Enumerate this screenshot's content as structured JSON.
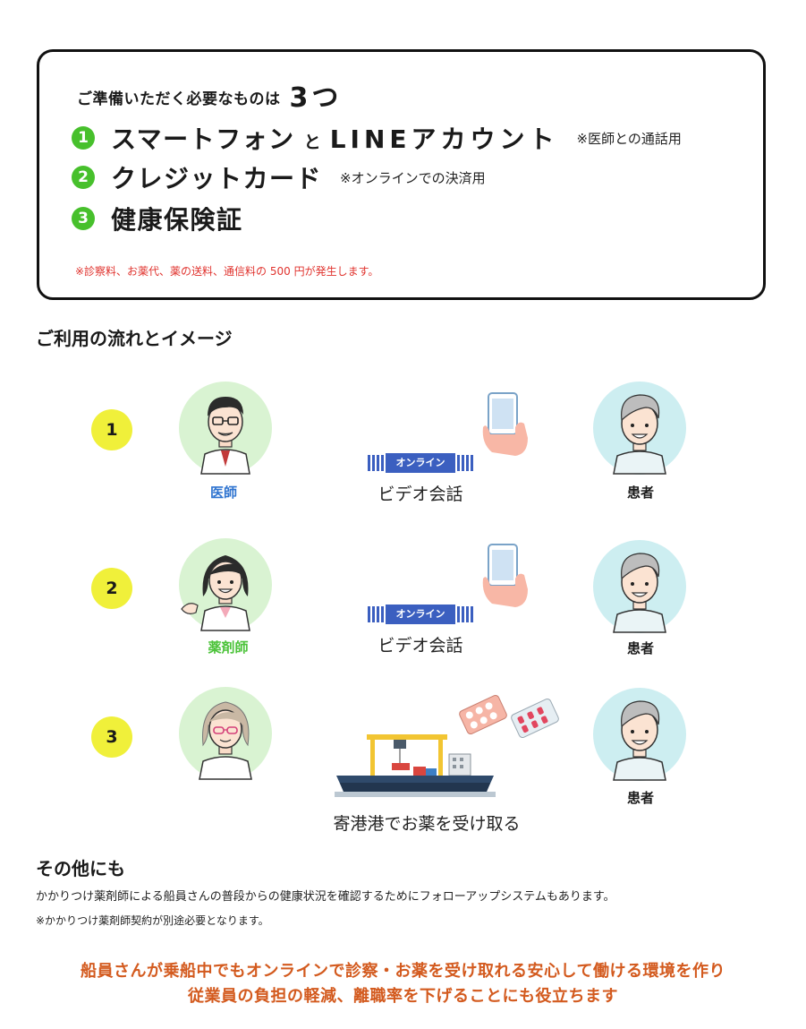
{
  "requirements": {
    "heading": "ご準備いただく必要なものは",
    "count": "3つ",
    "items": [
      {
        "num": "1",
        "label_a": "スマートフォン",
        "label_b": "と",
        "label_c": "LINEアカウント",
        "note": "※医師との通話用"
      },
      {
        "num": "2",
        "label_a": "クレジットカード",
        "note": "※オンラインでの決済用"
      },
      {
        "num": "3",
        "label_a": "健康保険証"
      }
    ],
    "fee_note": "※診察料、お薬代、薬の送料、通信料の 500 円が発生します。"
  },
  "flow": {
    "title": "ご利用の流れとイメージ",
    "steps": [
      {
        "num": "1",
        "provider": "医師",
        "provider_color": "#2f74d0",
        "badge": "オンライン",
        "method": "ビデオ会話",
        "patient": "患者"
      },
      {
        "num": "2",
        "provider": "薬剤師",
        "provider_color": "#4cc33a",
        "badge": "オンライン",
        "method": "ビデオ会話",
        "patient": "患者"
      },
      {
        "num": "3",
        "method": "寄港港でお薬を受け取る",
        "patient": "患者"
      }
    ]
  },
  "others": {
    "title": "その他にも",
    "text": "かかりつけ薬剤師による船員さんの普段からの健康状況を確認するためにフォローアップシステムもあります。",
    "note": "※かかりつけ薬剤師契約が別途必要となります。"
  },
  "closing": {
    "line1": "船員さんが乗船中でもオンラインで診察・お薬を受け取れる安心して働ける環境を作り",
    "line2": "従業員の負担の軽減、離職率を下げることにも役立ちます"
  },
  "colors": {
    "accent_green": "#47c02c",
    "step_yellow": "#f0f03a",
    "fee_red": "#e0332e",
    "closing_orange": "#d35a1e",
    "badge_blue": "#3b5fc0"
  }
}
